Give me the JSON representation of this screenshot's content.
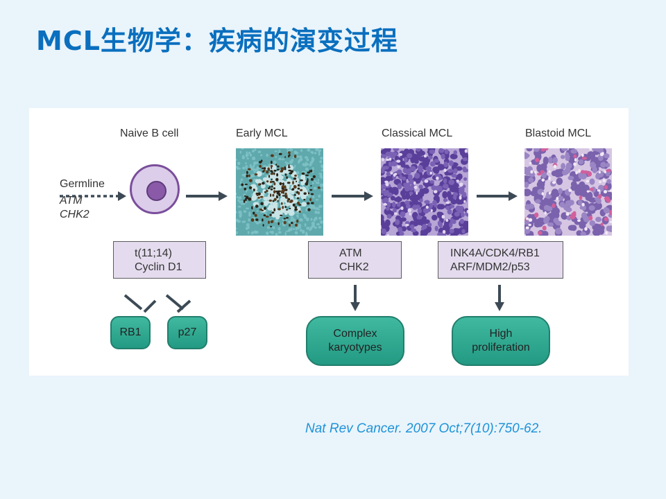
{
  "title": "MCL生物学：疾病的演变过程",
  "stages": {
    "naive": "Naive B cell",
    "early": "Early MCL",
    "classical": "Classical MCL",
    "blastoid": "Blastoid MCL"
  },
  "germline": {
    "label": "Germline",
    "gene1": "ATM",
    "gene2": "CHK2"
  },
  "boxes": {
    "box1_line1": "t(11;14)",
    "box1_line2": "Cyclin D1",
    "box2_line1": "ATM",
    "box2_line2": "CHK2",
    "box3_line1": "INK4A/CDK4/RB1",
    "box3_line2": "ARF/MDM2/p53"
  },
  "outcomes": {
    "rb1": "RB1",
    "p27": "p27",
    "complex_line1": "Complex",
    "complex_line2": "karyotypes",
    "high_line1": "High",
    "high_line2": "proliferation"
  },
  "citation": "Nat Rev Cancer. 2007 Oct;7(10):750-62.",
  "colors": {
    "title": "#0a6fbe",
    "citation": "#1d93d8",
    "teal": "#2eaa92",
    "lavender": "#e4dcee",
    "arrow": "#3d4a55"
  }
}
